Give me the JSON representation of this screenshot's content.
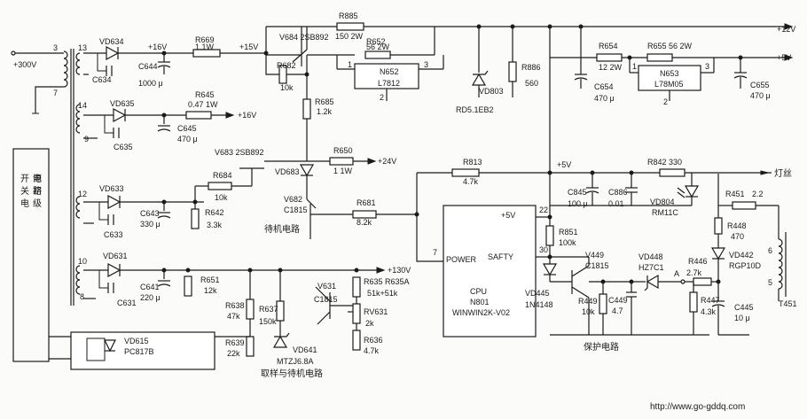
{
  "rails": {
    "v300": "+300V",
    "v12": "+12V",
    "v5": "+5V",
    "v16a": "+16V",
    "v15": "+15V",
    "v16b": "+16V",
    "v24": "+24V",
    "v130": "+130V",
    "v5cpu": "+5V",
    "v5b": "+5V"
  },
  "transformer": {
    "pins": [
      "3",
      "7",
      "13",
      "14",
      "9",
      "12",
      "10",
      "8"
    ]
  },
  "components": {
    "vd634": "VD634",
    "c634": "C634",
    "c644": "C644",
    "c644v": "1000 μ",
    "r669": "R669",
    "r669v": "1.1W",
    "v684": "V684 2SB892",
    "r682": "R682",
    "r682v": "10k",
    "r885": "R885",
    "r885v": "150 2W",
    "r652": "R652",
    "r652v": "56 2W",
    "n652": "N652",
    "n652v": "L7812",
    "n652p1": "1",
    "n652p2": "2",
    "n652p3": "3",
    "vd803": "VD803",
    "vd803v": "RD5.1EB2",
    "r886": "R886",
    "r886v": "560",
    "r654": "R654",
    "r654v": "12 2W",
    "r655": "R655 56 2W",
    "n653": "N653",
    "n653v": "L78M05",
    "n653p1": "1",
    "n653p2": "2",
    "n653p3": "3",
    "c654": "C654",
    "c654v": "470 μ",
    "c655": "C655",
    "c655v": "470 μ",
    "vd635": "VD635",
    "r645": "R645",
    "r645v": "0.47 1W",
    "c645": "C645",
    "c645v": "470 μ",
    "c635": "C635",
    "r685": "R685",
    "r685v": "1.2k",
    "v683": "V683 2SB892",
    "vd683": "VD683",
    "r650": "R650",
    "r650v": "1 1W",
    "r684": "R684",
    "r684v": "10k",
    "r642": "R642",
    "r642v": "3.3k",
    "vd633": "VD633",
    "c643": "C643",
    "c643v": "330 μ",
    "c633": "C633",
    "v682": "V682",
    "v682v": "C1815",
    "standby": "待机电路",
    "r681": "R681",
    "r681v": "8.2k",
    "r813": "R813",
    "r813v": "4.7k",
    "c845": "C845",
    "c845v": "100 μ",
    "c886": "C886",
    "c886v": "0.01",
    "vd804": "VD804",
    "vd804v": "RM11C",
    "r842": "R842 330",
    "filament": "灯丝",
    "r451": "R451",
    "r451v": "2.2",
    "r448": "R448",
    "r448v": "470",
    "vd442": "VD442",
    "vd442v": "RGP10D",
    "r446": "R446",
    "r446v": "2.7k",
    "r447": "R447",
    "r447v": "4.3k",
    "c445": "C445",
    "c445v": "10 μ",
    "t451": "T451",
    "t451p6": "6",
    "t451p5": "5",
    "vd631": "VD631",
    "c641": "C641",
    "c641v": "220 μ",
    "c631": "C631",
    "r651": "R651",
    "r651v": "12k",
    "r638": "R638",
    "r638v": "47k",
    "r639": "R639",
    "r639v": "22k",
    "r637": "R637",
    "r637v": "150k",
    "vd641": "VD641",
    "vd641v": "MTZJ6.8A",
    "v631": "V631",
    "v631v": "C1815",
    "r635": "R635",
    "r635a": "R635A",
    "r635v": "51k+51k",
    "rv631": "RV631",
    "rv631v": "2k",
    "r636": "R636",
    "r636v": "4.7k",
    "sampling": "取样与待机电路",
    "vd615": "VD615",
    "vd615v": "PC817B",
    "primary": "开关电源初级电路",
    "cpu_pin22": "22",
    "cpu_pin30": "30",
    "cpu_pin7": "7",
    "cpu_power": "POWER",
    "cpu_safty": "SAFTY",
    "cpu": "CPU",
    "n801": "N801",
    "cpu_model": "WINWIN2K-V02",
    "r851": "R851",
    "r851v": "100k",
    "v449": "V449",
    "v449v": "C1815",
    "vd448": "VD448",
    "vd448v": "HZ7C1",
    "nodeA": "A",
    "vd445": "VD445",
    "vd445v": "1N4148",
    "r449": "R449",
    "r449v": "10k",
    "c449": "C449",
    "c449v": "4.7",
    "protect": "保护电路"
  },
  "watermark": "http://www.go-gddq.com"
}
